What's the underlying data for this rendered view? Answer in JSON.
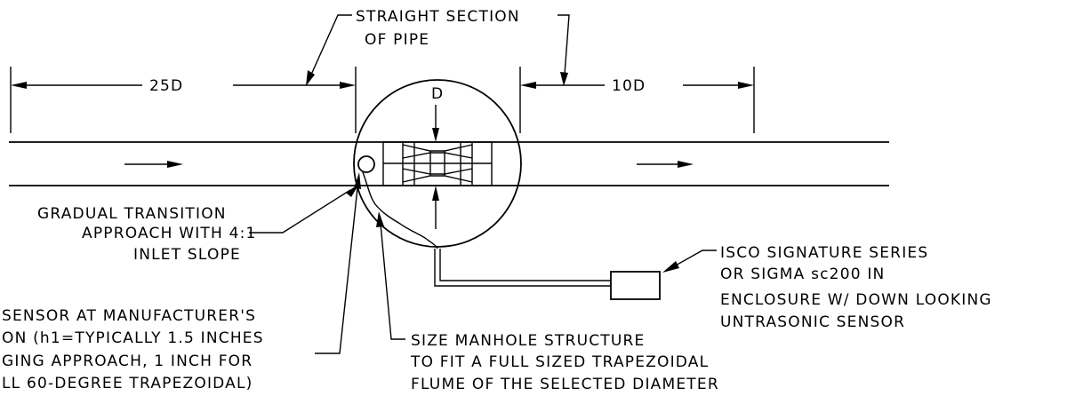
{
  "labels": {
    "straight_section_line1": "STRAIGHT SECTION",
    "straight_section_line2": "OF PIPE",
    "dim_upstream": "25D",
    "dim_downstream": "10D",
    "dim_diameter": "D",
    "gradual_line1": "GRADUAL TRANSITION",
    "gradual_line2": "APPROACH WITH 4:1",
    "gradual_line3": "INLET SLOPE",
    "isco_line1": "ISCO SIGNATURE SERIES",
    "isco_line2": "OR SIGMA sc200 IN",
    "isco_line3": "ENCLOSURE W/ DOWN LOOKING",
    "isco_line4": "UNTRASONIC SENSOR",
    "sensor_line1": "SENSOR AT MANUFACTURER'S",
    "sensor_line2": "ON (h1=TYPICALLY 1.5 INCHES",
    "sensor_line3": "GING APPROACH, 1 INCH FOR",
    "sensor_line4": "LL 60-DEGREE TRAPEZOIDAL)",
    "manhole_line1": "SIZE MANHOLE STRUCTURE",
    "manhole_line2": "TO FIT A FULL SIZED TRAPEZOIDAL",
    "manhole_line3": "FLUME OF THE SELECTED DIAMETER"
  },
  "colors": {
    "line": "#000000",
    "background": "#ffffff"
  }
}
